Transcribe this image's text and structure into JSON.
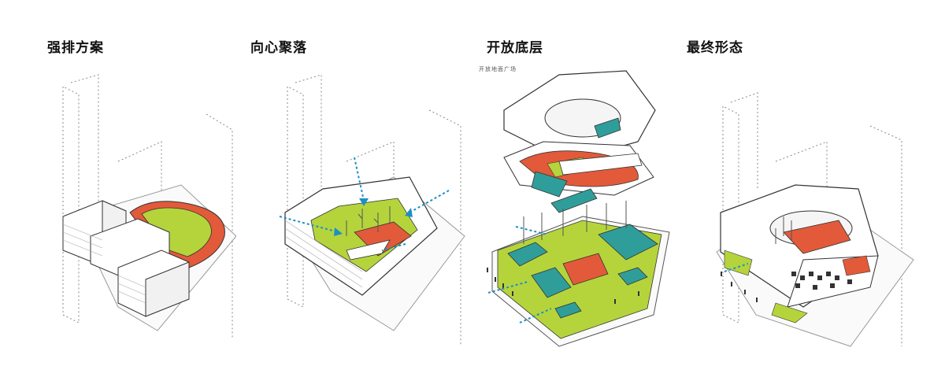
{
  "panels": [
    {
      "title": "强排方案"
    },
    {
      "title": "向心聚落"
    },
    {
      "title": "开放底层"
    },
    {
      "title": "最终形态"
    }
  ],
  "caption": "开放地面广场",
  "colors": {
    "track": "#e25a3a",
    "lawn": "#b5d43c",
    "teal": "#2f9e9a",
    "arrow": "#1e8fc4",
    "line": "#444444",
    "building": "#ffffff"
  },
  "icons": [
    "dotted-arrow-icon",
    "tree-icon",
    "person-icon"
  ]
}
